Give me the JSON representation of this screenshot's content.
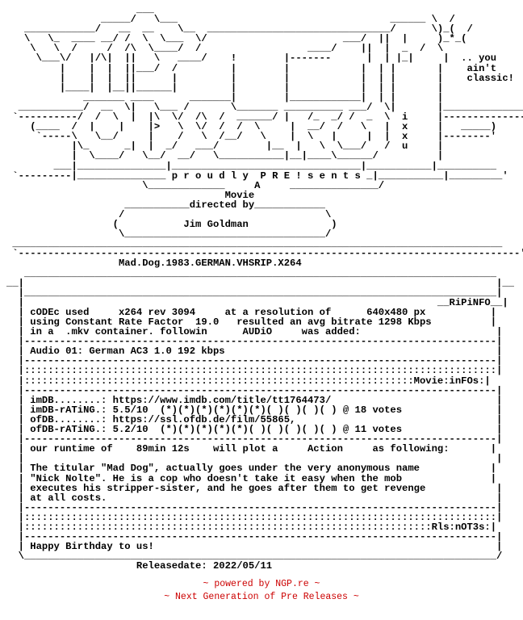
{
  "nfo_text": "                      ___\n                _____/   \\___                                    ______ \\  /\n   ____________/   __  __    \\__  _______________________________/      \\)_(  /\n   \\   \\_  ____ __/ /  \\  \\___  \\/                       ___/  ||  |     )_*_(\n    \\   \\  /     /  /\\  \\____/  /                  ____/    ||  |  _  /  \\\n     \\___\\/   |/\\|  ||   \\   ____/    !        |-------      |  | |_|     |  .. you\n         |    |  |  ||___/  /         |        |            |  | |       |    ain't\n         |    |  |  ||      |         |        |            |  | |       |    classic!\n         |____|  |__||______|         |        |            |  | |       |\n             _______ ____      _______|        |____________|  | |       |\n  ___________/  __  \\|   \\___ /       \\_______ __________ ___/  \\|       |______________\n `----------/  /  \\  |  |\\  \\/  /\\  /  ______/ |   /_  _/ /  _  \\  i     |--------------'\n    (____  /  |    |    |>   \\  \\/  /  /  \\     |  __/  /   \\   |  x     |   _____)\n     `-----\\   \\__/     |    /   \\  /__/   \\    |  \\   |     |  |  x     |--------'\n           |\\_      _|  |  _/   ___/        |__  |   \\  \\___/   /  u     |\n           |  \\____/   \\__/  __/   \\___________|__|____\\______/          |\n        ___|_______________|________________________________|___________|__________\n `---------|_______________ p r o u d l y  P R E ! s e n t s _|___________|_________'\n                       \\_____________     A     _______________/\n                                     Movie\n                    ___________directed by____________\n                   /                                  \\\n                  (           Jim Goldman              )\n                   \\__________________________________/\n ___________________________________________________________________________________\n `-------------------------------------------------------------------------------------'\n                   Mad.Dog.1983.GERMAN.VHSRIP.X264\n   ________________________________________________________________________________\n__|                                                                                |__\n  |________________________________________________________________________________|\n  |                                                                      __RiPiNFO__|\n  | cODEc used     x264 rev 3094     at a resolution of      640x480 px           |\n  | using Constant Rate Factor  19.0   resulted an avg bitrate 1298 Kbps          |\n  | in a  .mkv container. followin      AUDiO     was added:                       |\n  |--------------------------------------------------------------------------------|\n  | Audio 01: German AC3 1.0 192 kbps                                              |\n  |--------------------------------------------------------------------------------|\n  |::::::::::::::::::::::::::::::::::::::::::::::::::::::::::::::::::::::::::::::::|\n  |::::::::::::::::::::::::::::::::::::::::::::::::::::::::::::::::::Movie:inFOs:|\n  |--------------------------------------------------------------------------------|\n  | imDB........: https://www.imdb.com/title/tt1764473/                            |\n  | imDB-rATiNG.: 5.5/10  (*)(*)(*)(*)(*)(*)( )( )( )( ) @ 18 votes                |\n  | ofDB........: https://ssl.ofdb.de/film/55865,                                  |\n  | ofDB-rATiNG.: 5.2/10  (*)(*)(*)(*)(*)( )( )( )( )( ) @ 11 votes                |\n  |--------------------------------------------------------------------------------|\n  | our runtime of    89min 12s    will plot a     Action     as following:       |\n  |                                                                                |\n  | The titular \"Mad Dog\", actually goes under the very anonymous name            |\n  | \"Nick Nolte\". He is a cop who doesn't take it easy when the mob               |\n  | executes his stripper-sister, and he goes after them to get revenge            |\n  | at all costs.                                                                  |\n  |--------------------------------------------------------------------------------|\n  |::::::::::::::::::::::::::::::::::::::::::::::::::::::::::::::::::::::::::::::::|\n  |:::::::::::::::::::::::::::::::::::::::::::::::::::::::::::::::::::::Rls:nOT3s:|\n  |--------------------------------------------------------------------------------|\n  | Happy Birthday to us!                                                          |\n  \\________________________________________________________________________________/\n                      Releasedate: 2022/05/11",
  "footer": {
    "line1": "~ powered by NGP.re ~",
    "line2": "~ Next Generation of Pre Releases ~",
    "color": "#cc0000"
  }
}
